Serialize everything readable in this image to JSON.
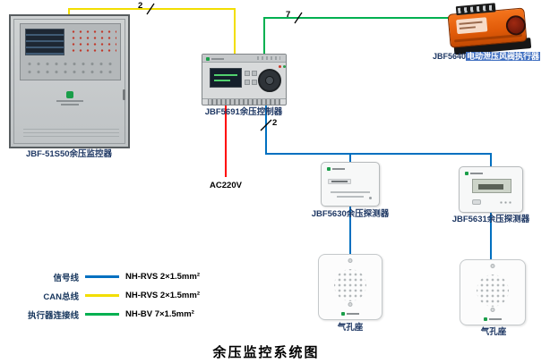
{
  "title": "余压监控系统图",
  "devices": {
    "monitor_panel": {
      "label": "JBF-51S50余压监控器"
    },
    "controller": {
      "label": "JBF5691余压控制器"
    },
    "actuator": {
      "model": "JBF5640",
      "name": "电动泄压风阀执行器"
    },
    "detector_5630": {
      "label": "JBF5630余压探测器"
    },
    "detector_5631": {
      "label": "JBF5631余压探测器"
    },
    "air_seat_1": {
      "label": "气孔座"
    },
    "air_seat_2": {
      "label": "气孔座"
    }
  },
  "wire_labels": {
    "can_bus_count": "2",
    "actuator_wire_count": "7",
    "signal_wire_count": "2",
    "power": "AC220V"
  },
  "legend": {
    "rows": [
      {
        "name": "信号线",
        "spec": "NH-RVS 2×1.5mm²",
        "color": "#0070C0",
        "icon": "signal-line-sample"
      },
      {
        "name": "CAN总线",
        "spec": "NH-RVS 2×1.5mm²",
        "color": "#F2DE00",
        "icon": "can-bus-line-sample"
      },
      {
        "name": "执行器连接线",
        "spec": "NH-BV 7×1.5mm²",
        "color": "#00B050",
        "icon": "actuator-line-sample"
      }
    ]
  },
  "colors": {
    "signal_wire": "#0070C0",
    "can_bus_wire": "#F2DE00",
    "actuator_wire": "#00B050",
    "power_wire": "#FF0000",
    "label_text": "#1F3864"
  }
}
